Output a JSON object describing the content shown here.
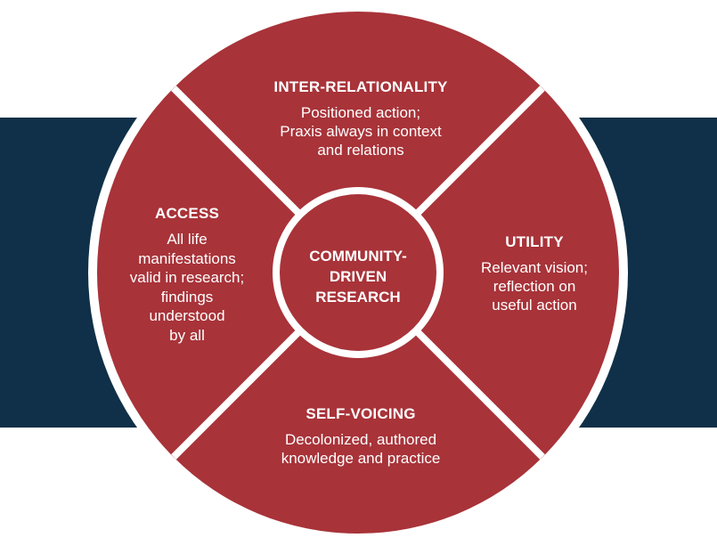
{
  "colors": {
    "segment": "#a83339",
    "band": "#0f3048",
    "background": "#ffffff",
    "text": "#ffffff"
  },
  "center": {
    "lines": [
      "COMMUNITY-",
      "DRIVEN",
      "RESEARCH"
    ]
  },
  "quadrants": {
    "top": {
      "heading": "INTER-RELATIONALITY",
      "lines": [
        "Positioned action;",
        "Praxis always in context",
        "and relations"
      ]
    },
    "right": {
      "heading": "UTILITY",
      "lines": [
        "Relevant vision;",
        "reflection on",
        "useful action"
      ]
    },
    "bottom": {
      "heading": "SELF-VOICING",
      "lines": [
        "Decolonized, authored",
        "knowledge and practice"
      ]
    },
    "left": {
      "heading": "ACCESS",
      "lines": [
        "All life",
        "manifestations",
        "valid in research;",
        "findings",
        "understood",
        "by all"
      ]
    }
  }
}
